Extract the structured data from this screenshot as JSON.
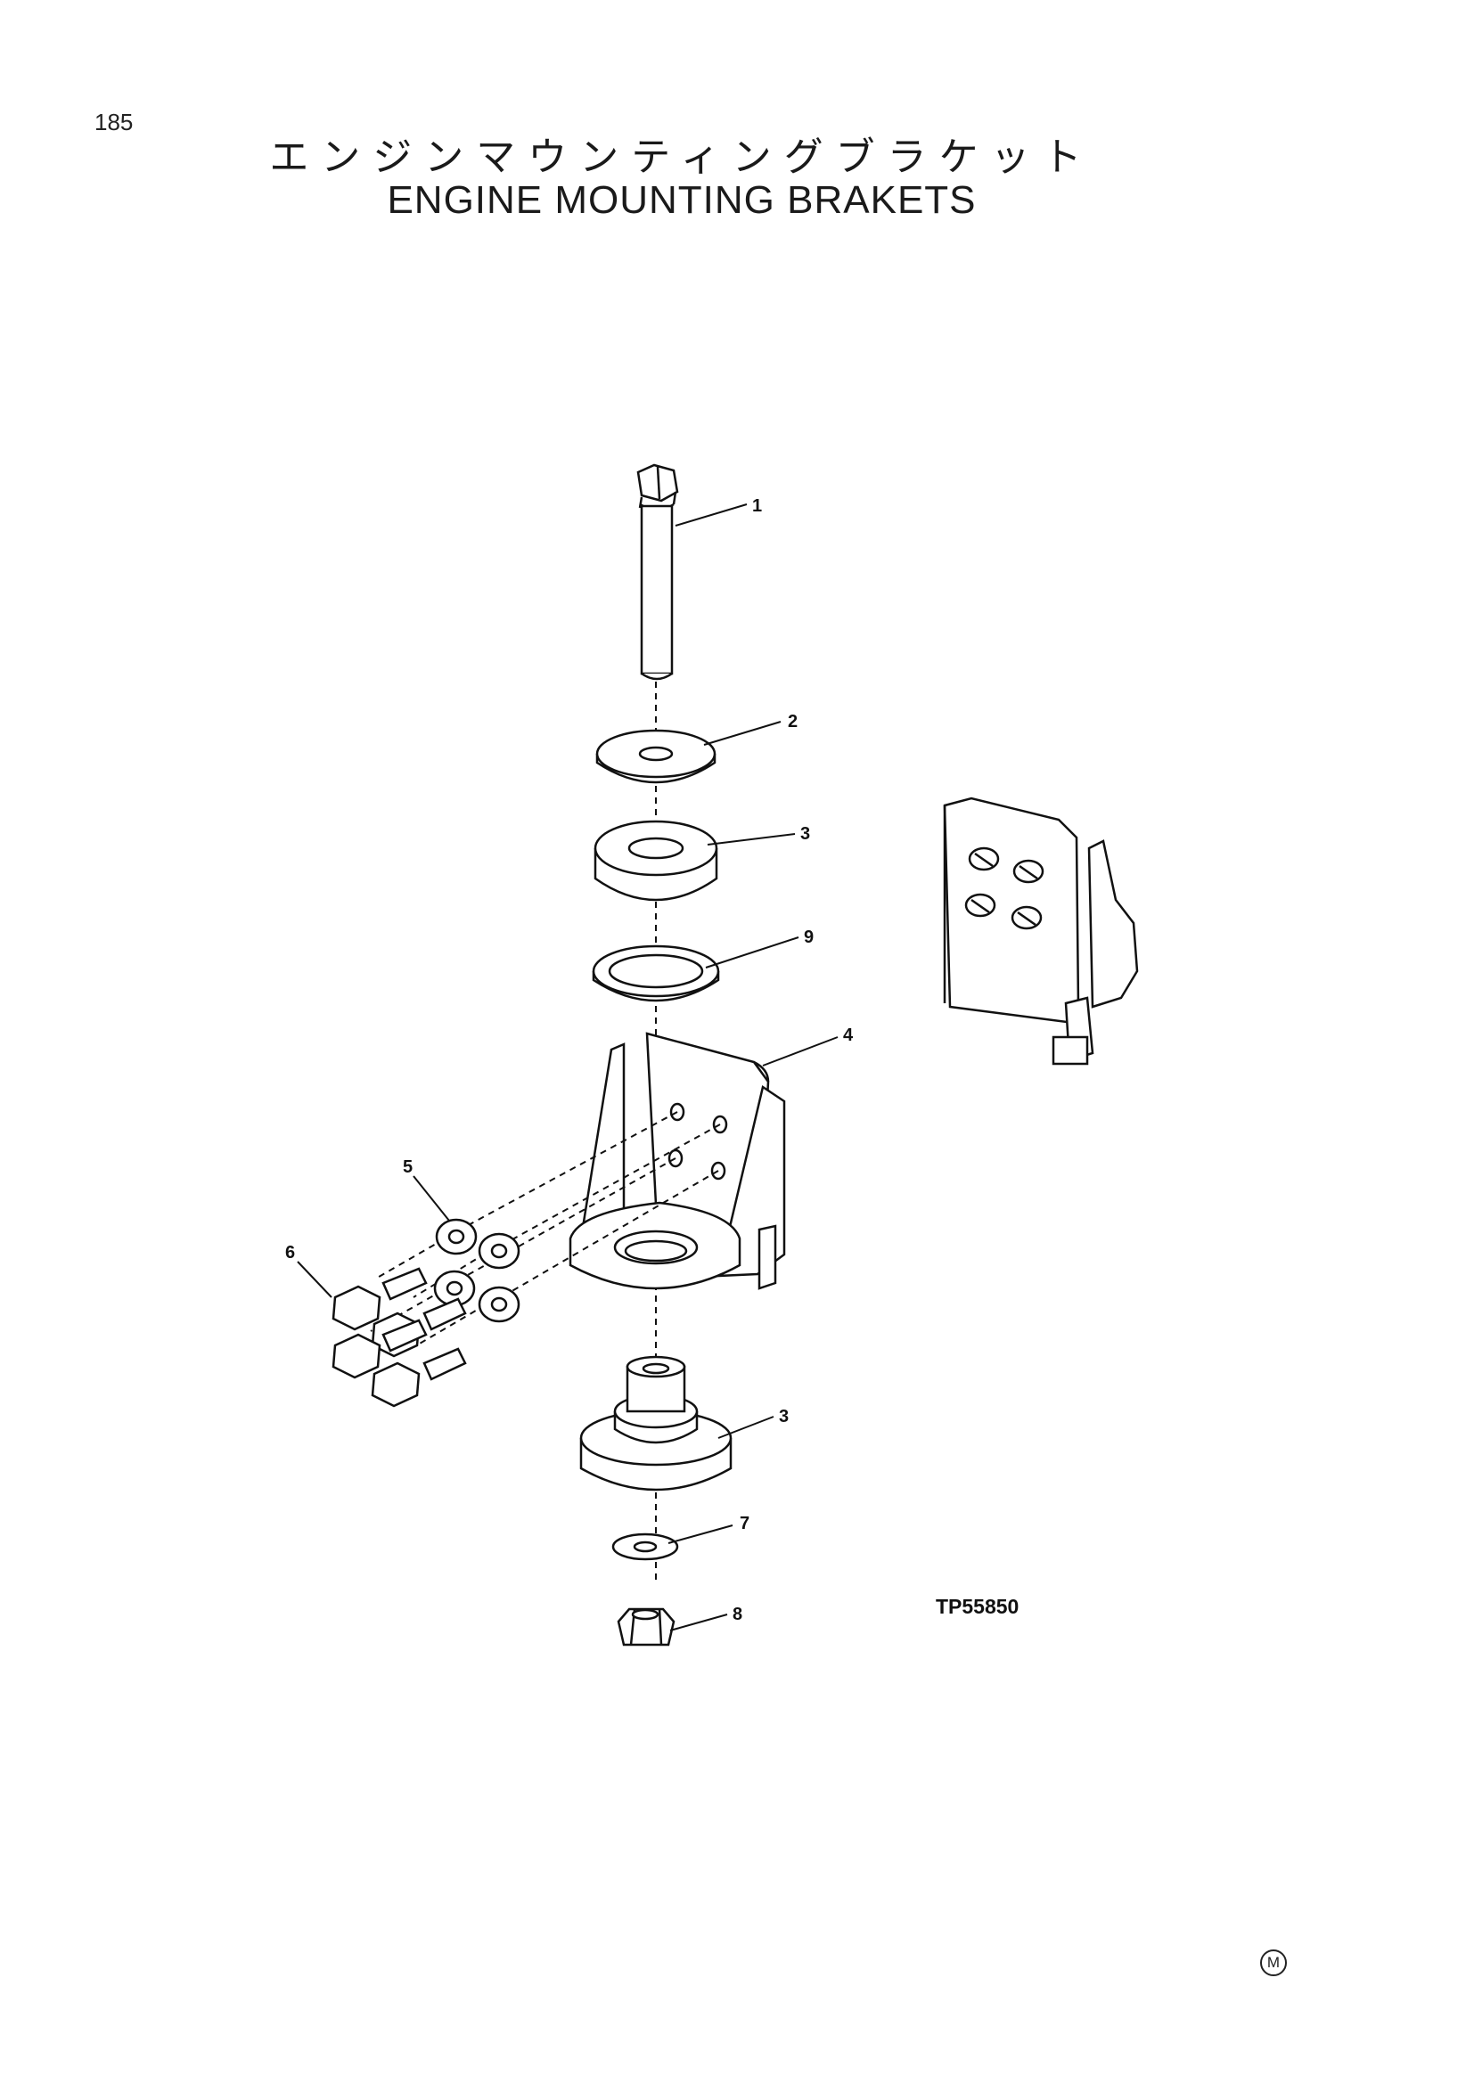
{
  "page_number": "185",
  "title_ja": "エンジンマウンティングブラケット",
  "title_en": "ENGINE MOUNTING BRAKETS",
  "callouts": {
    "c1": "1",
    "c2": "2",
    "c3_upper": "3",
    "c9": "9",
    "c4": "4",
    "c5": "5",
    "c6": "6",
    "c3_lower": "3",
    "c7": "7",
    "c8": "8"
  },
  "drawing_code": "TP55850",
  "corner_mark": "M"
}
